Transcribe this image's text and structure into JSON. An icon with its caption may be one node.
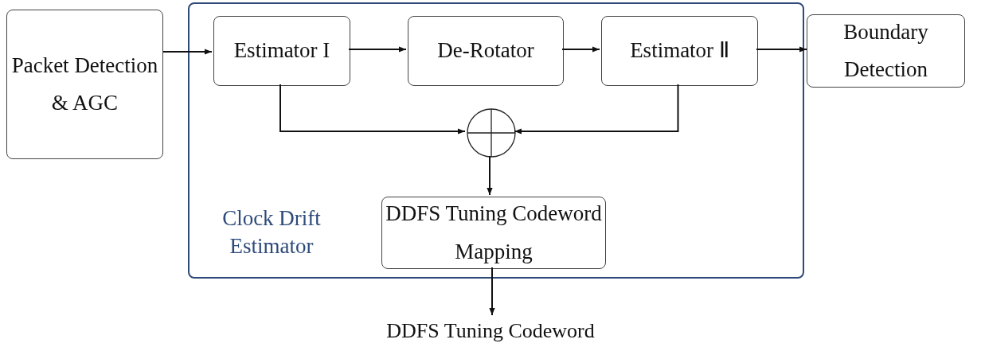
{
  "diagram": {
    "nodes": [
      {
        "text": [
          "Packet Detection & AGC"
        ]
      },
      {
        "text": [
          "Clock Drift Estimator"
        ]
      },
      {
        "text": [
          "Estimator I"
        ],
        "in": 1
      },
      {
        "text": [
          "De-Rotator"
        ],
        "in": 1
      },
      {
        "text": [
          "Estimator Ⅱ"
        ],
        "in": 1
      },
      {
        "text": [
          "Boundary Detection"
        ]
      },
      {
        "text": [],
        "shape": "circle",
        "in": 1
      },
      {
        "text": [
          "DDFS Tuning Codeword Mapping"
        ],
        "in": 1
      },
      {
        "text": [
          "DDFS Tuning Codeword"
        ]
      }
    ],
    "edges": [
      {
        "from": 0,
        "to": 2,
        "arrow": "to"
      },
      {
        "from": 2,
        "to": 3,
        "arrow": "to"
      },
      {
        "from": 3,
        "to": 4,
        "arrow": "to"
      },
      {
        "from": 4,
        "to": 5,
        "arrow": "to"
      },
      {
        "from": 2,
        "to": 6,
        "arrow": "to"
      },
      {
        "from": 4,
        "to": 6,
        "arrow": "to"
      },
      {
        "from": 6,
        "to": 7,
        "arrow": "to"
      },
      {
        "from": 7,
        "to": 8,
        "arrow": "to"
      }
    ]
  }
}
